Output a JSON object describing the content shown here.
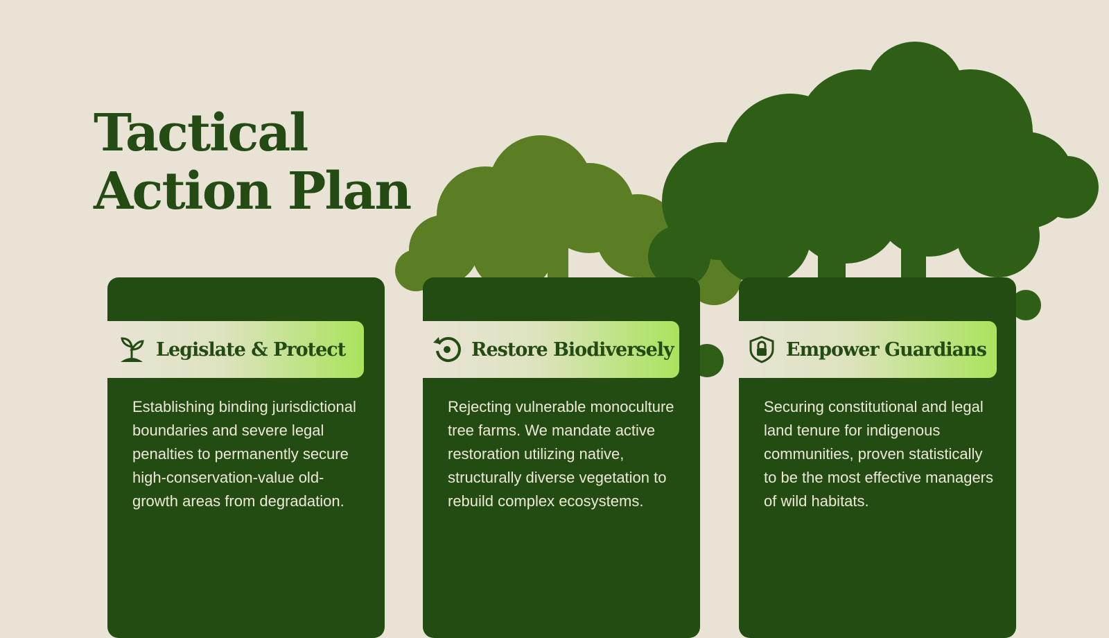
{
  "title": {
    "line1": "Tactical",
    "line2": "Action Plan"
  },
  "colors": {
    "background": "#E9E3D6",
    "dark_green": "#234C12",
    "title_green": "#244B14",
    "tree_dark": "#2F5E17",
    "tree_light": "#5B7E25",
    "accent_lime": "#A9E35C",
    "body_text": "#EDE8D9"
  },
  "cards": [
    {
      "heading": "Legislate & Protect",
      "icon": "sprout-icon",
      "body": "Establishing binding jurisdictional boundaries and severe legal penalties to permanently secure high-conservation-value old-growth areas from degradation."
    },
    {
      "heading": "Restore Biodiversely",
      "icon": "restore-icon",
      "body": "Rejecting vulnerable monoculture tree farms. We mandate active restoration utilizing native, structurally diverse vegetation to rebuild complex ecosystems."
    },
    {
      "heading": "Empower Guardians",
      "icon": "shield-lock-icon",
      "body": "Securing constitutional and legal land tenure for indigenous communities, proven statistically to be the most effective managers of wild habitats."
    }
  ]
}
